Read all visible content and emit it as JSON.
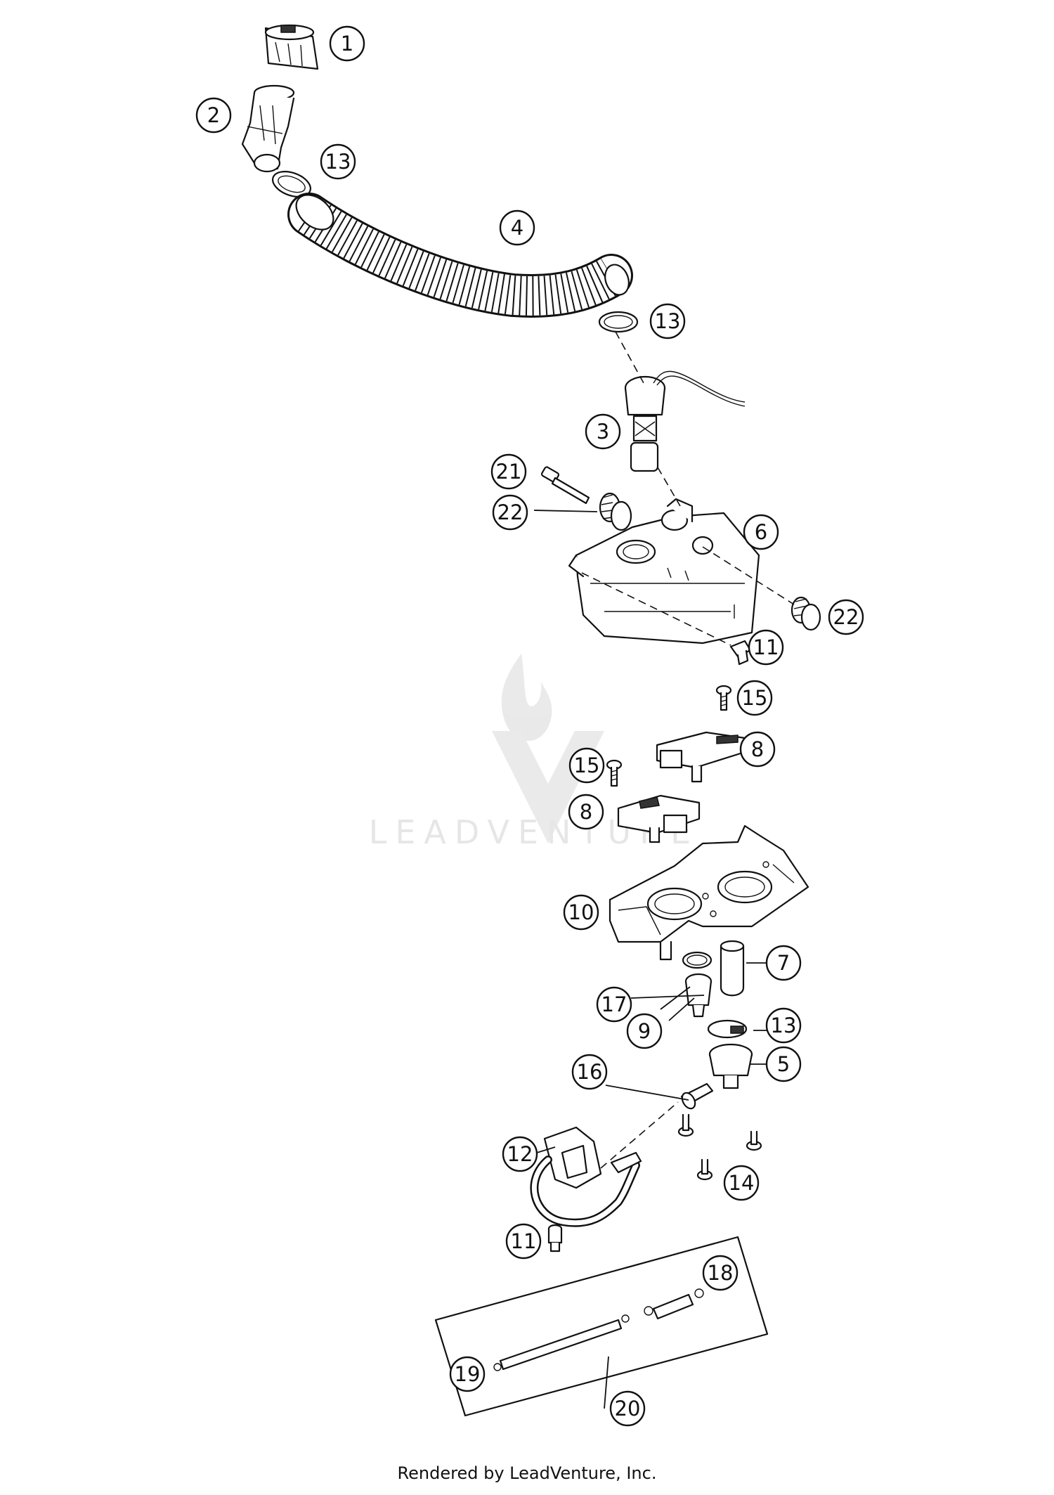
{
  "watermark": {
    "brand": "LEADVENTURE"
  },
  "footer": {
    "credit": "Rendered by LeadVenture, Inc."
  },
  "callouts": [
    {
      "id": "c1",
      "label": "1"
    },
    {
      "id": "c2",
      "label": "2"
    },
    {
      "id": "c13a",
      "label": "13"
    },
    {
      "id": "c4",
      "label": "4"
    },
    {
      "id": "c13b",
      "label": "13"
    },
    {
      "id": "c3",
      "label": "3"
    },
    {
      "id": "c21",
      "label": "21"
    },
    {
      "id": "c22a",
      "label": "22"
    },
    {
      "id": "c6",
      "label": "6"
    },
    {
      "id": "c22b",
      "label": "22"
    },
    {
      "id": "c11a",
      "label": "11"
    },
    {
      "id": "c15a",
      "label": "15"
    },
    {
      "id": "c8a",
      "label": "8"
    },
    {
      "id": "c15b",
      "label": "15"
    },
    {
      "id": "c8b",
      "label": "8"
    },
    {
      "id": "c10",
      "label": "10"
    },
    {
      "id": "c7",
      "label": "7"
    },
    {
      "id": "c17",
      "label": "17"
    },
    {
      "id": "c9",
      "label": "9"
    },
    {
      "id": "c13c",
      "label": "13"
    },
    {
      "id": "c5",
      "label": "5"
    },
    {
      "id": "c16",
      "label": "16"
    },
    {
      "id": "c12",
      "label": "12"
    },
    {
      "id": "c14",
      "label": "14"
    },
    {
      "id": "c11b",
      "label": "11"
    },
    {
      "id": "c18",
      "label": "18"
    },
    {
      "id": "c19",
      "label": "19"
    },
    {
      "id": "c20",
      "label": "20"
    }
  ]
}
